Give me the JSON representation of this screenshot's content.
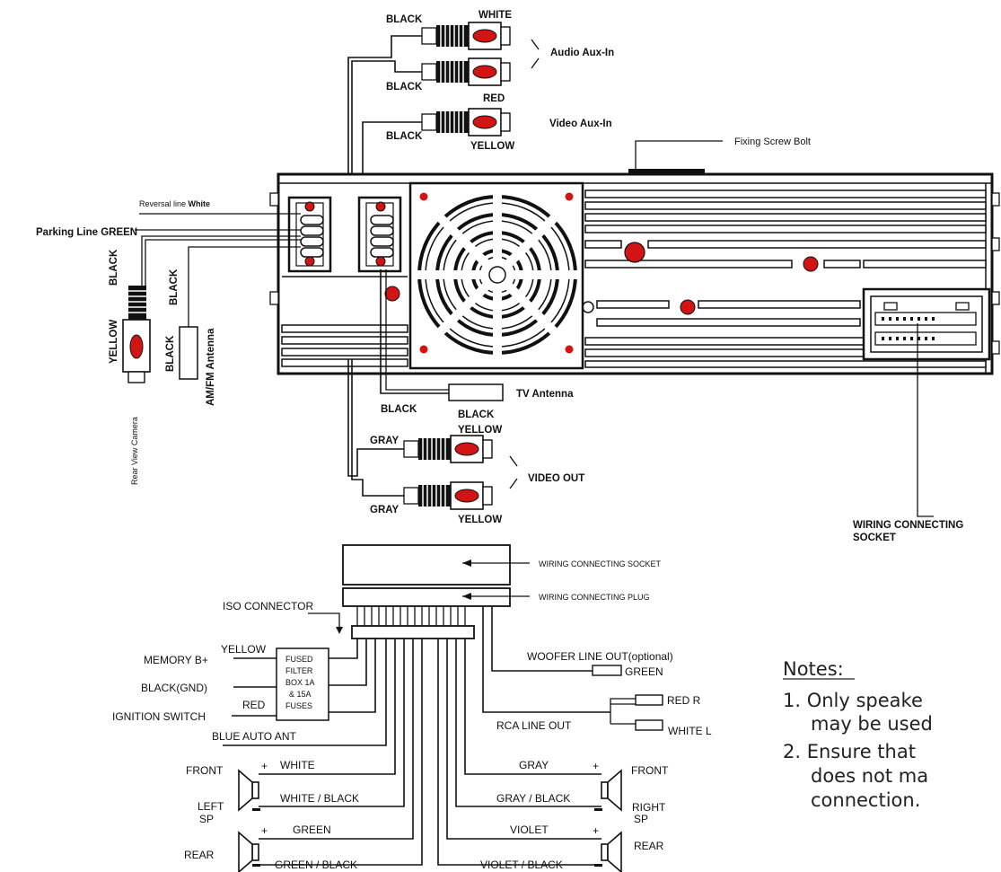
{
  "labels": {
    "white_top": "WHITE",
    "black_1": "BLACK",
    "black_2": "BLACK",
    "red_top": "RED",
    "audio_aux_in": "Audio Aux-In",
    "black_3": "BLACK",
    "video_aux_in": "Video Aux-In",
    "yellow_video_aux": "YELLOW",
    "fixing_screw_bolt": "Fixing Screw Bolt",
    "reversal_line_prefix": "Reversal line ",
    "reversal_line_color": "White",
    "parking_line": "Parking Line GREEN",
    "black_camera": "BLACK",
    "yellow_camera": "YELLOW",
    "rear_view_camera": "Rear View Camera",
    "black_antenna_1": "BLACK",
    "black_antenna_2": "BLACK",
    "am_fm_antenna": "AM/FM Antenna",
    "tv_antenna": "TV Antenna",
    "black_tv_1": "BLACK",
    "black_tv_2": "BLACK",
    "yellow_video_out_top": "YELLOW",
    "gray_top": "GRAY",
    "video_out": "VIDEO OUT",
    "gray_bottom": "GRAY",
    "yellow_video_out_bottom": "YELLOW",
    "wiring_socket_line1": "WIRING CONNECTING",
    "wiring_socket_line2": "SOCKET",
    "iso_socket": "WIRING CONNECTING SOCKET",
    "iso_plug": "WIRING CONNECTING PLUG",
    "iso_connector": "ISO CONNECTOR",
    "yellow_memory": "YELLOW",
    "memory_b": "MEMORY B+",
    "black_gnd": "BLACK(GND)",
    "red_ign": "RED",
    "ignition_switch": "IGNITION SWITCH",
    "fuse_lines": [
      "FUSED",
      "FILTER",
      "BOX 1A",
      "& 15A",
      "FUSES"
    ],
    "blue_auto_ant": "BLUE  AUTO ANT",
    "woofer_line_out": "WOOFER LINE OUT(optional)",
    "woofer_green": "GREEN",
    "rca_line_out": "RCA LINE OUT",
    "red_r": "RED R",
    "white_l": "WHITE  L",
    "front_left": "FRONT",
    "white_spk": "WHITE",
    "white_black_spk": "WHITE / BLACK",
    "left_sp_1": "LEFT",
    "left_sp_2": "SP",
    "green_spk": "GREEN",
    "rear_left": "REAR",
    "green_black_spk": "GREEN / BLACK",
    "gray_spk": "GRAY",
    "front_right": "FRONT",
    "gray_black_spk": "GRAY / BLACK",
    "right_sp_1": "RIGHT",
    "right_sp_2": "SP",
    "violet_spk": "VIOLET",
    "rear_right": "REAR",
    "violet_black_spk": "VIOLET / BLACK",
    "plus": "+"
  },
  "notes": {
    "heading": "Notes:",
    "item1_line1": "1. Only  speake",
    "item1_line2": "may be used",
    "item2_line1": "2. Ensure that",
    "item2_line2": "does  not  ma",
    "item2_line3": "connection."
  },
  "colors": {
    "connector_red": "#d21414",
    "line": "#111111"
  },
  "icons": [
    "rca-plug-icon",
    "speaker-icon",
    "fuse-box-icon",
    "fan-grille-icon"
  ]
}
